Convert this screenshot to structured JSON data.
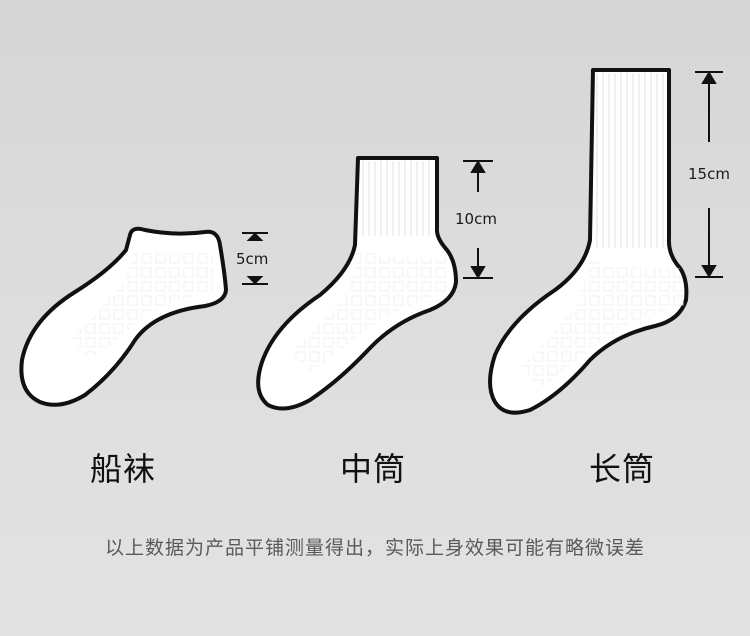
{
  "socks": [
    {
      "name": "船袜",
      "height_label": "5cm",
      "height_cm": 5
    },
    {
      "name": "中筒",
      "height_label": "10cm",
      "height_cm": 10
    },
    {
      "name": "长筒",
      "height_label": "15cm",
      "height_cm": 15
    }
  ],
  "note": "以上数据为产品平铺测量得出，实际上身效果可能有略微误差",
  "colors": {
    "background": "#dcdcdc",
    "sock_fill": "#ffffff",
    "outline": "#111111",
    "text": "#111111",
    "note_text": "#5a5a5a"
  }
}
